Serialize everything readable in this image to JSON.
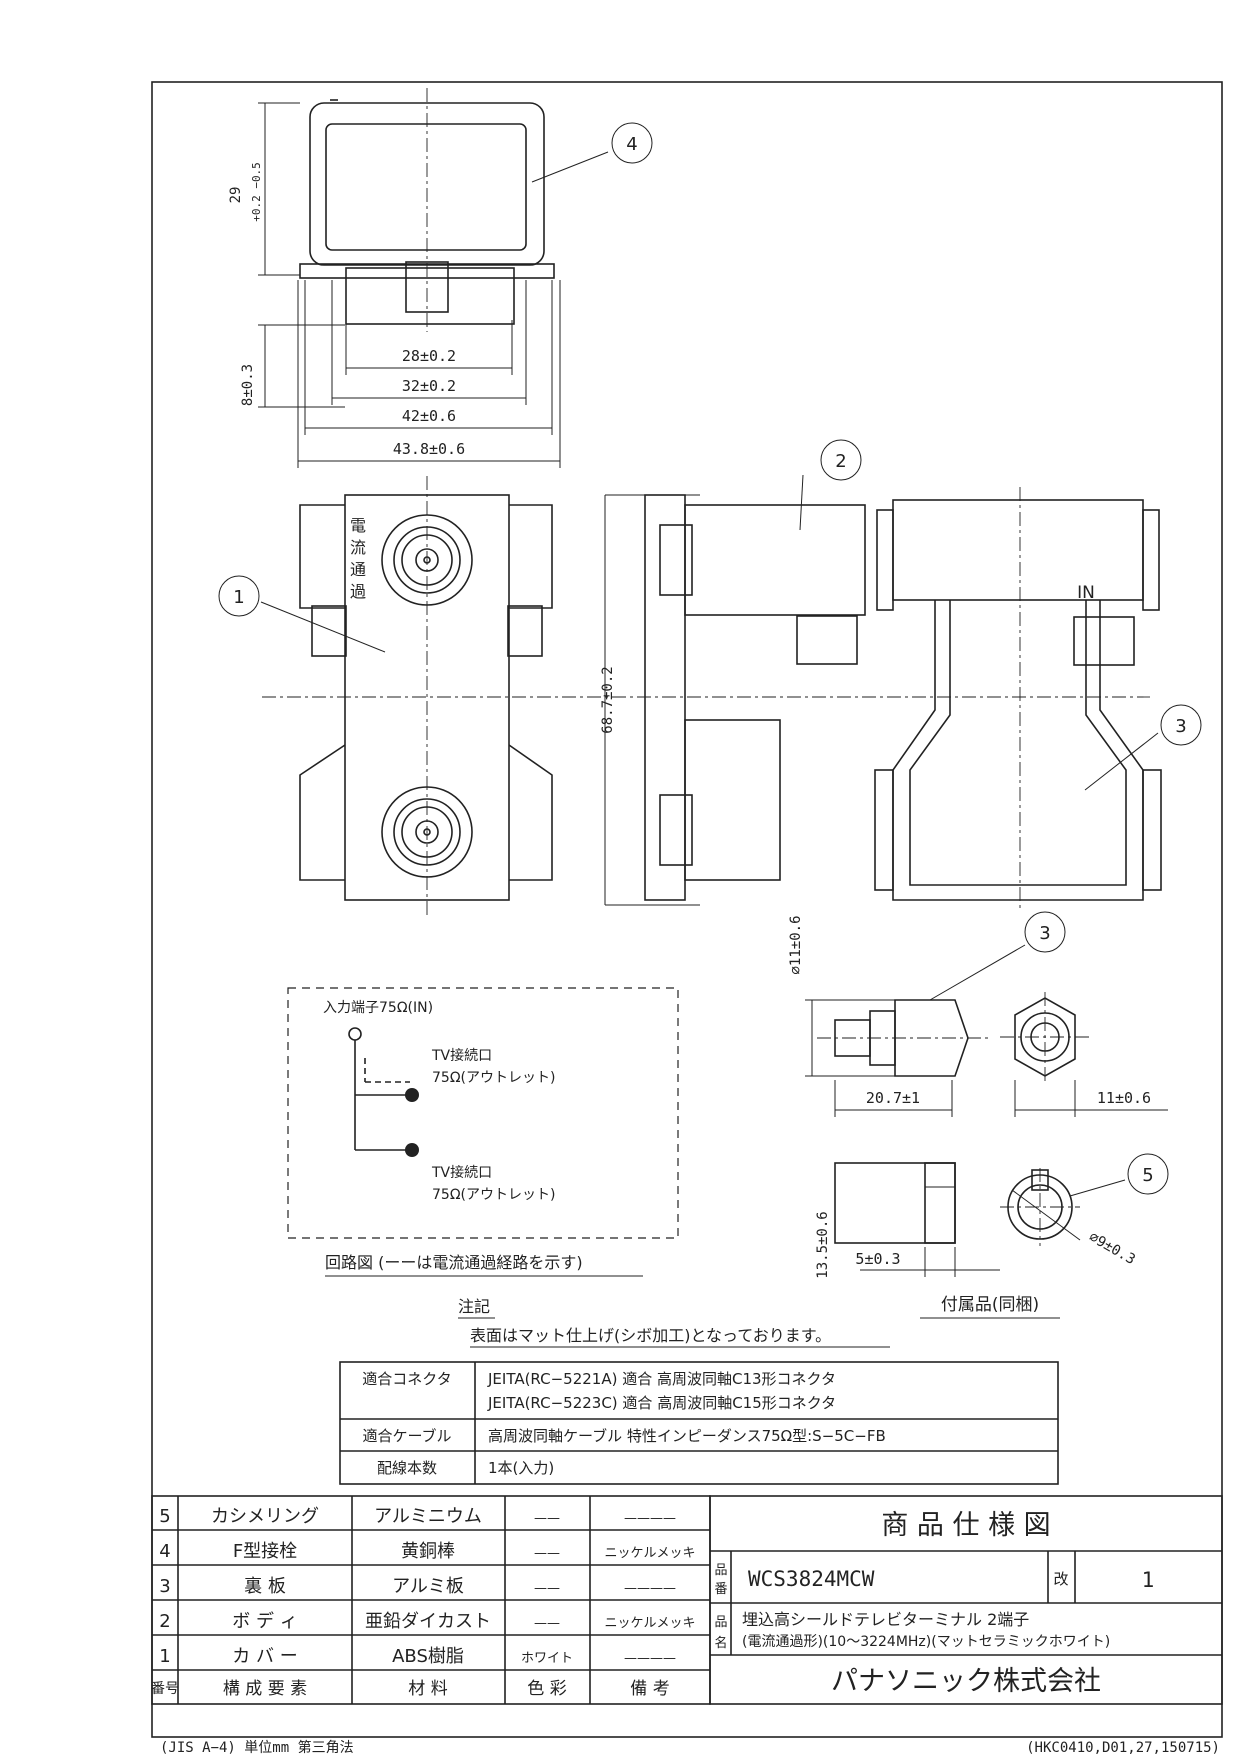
{
  "dimensions": {
    "height_top": "29",
    "height_top_tol": "+0.2 −0.5",
    "plate_depth": "8±0.3",
    "d1": "28±0.2",
    "d2": "32±0.2",
    "d3": "42±0.6",
    "d4": "43.8±0.6",
    "body_height": "68.7±0.2",
    "hex_dia": "⌀11±0.6",
    "post_len": "20.7±1",
    "hex_across": "11±0.6",
    "ring_len": "13.5±0.6",
    "ring_w": "5±0.3",
    "ring_dia": "⌀9±0.3"
  },
  "callouts": [
    "1",
    "2",
    "3",
    "3",
    "4",
    "5"
  ],
  "front_label": [
    "電",
    "流",
    "通",
    "過"
  ],
  "in_label": "IN",
  "circuit": {
    "input": "入力端子75Ω(IN)",
    "out1_line1": "TV接続口",
    "out1_line2": "75Ω(アウトレット)",
    "out2_line1": "TV接続口",
    "out2_line2": "75Ω(アウトレット)",
    "caption": "回路図 (ーーは電流通過経路を示す)"
  },
  "accessory_caption": "付属品(同梱)",
  "notes": {
    "title": "注記",
    "text": "表面はマット仕上げ(シボ加工)となっております。"
  },
  "spec_table": [
    {
      "label": "適合コネクタ",
      "lines": [
        "JEITA(RC−5221A) 適合 高周波同軸C13形コネクタ",
        "JEITA(RC−5223C) 適合 高周波同軸C15形コネクタ"
      ]
    },
    {
      "label": "適合ケーブル",
      "lines": [
        "高周波同軸ケーブル 特性インピーダンス75Ω型:S−5C−FB"
      ]
    },
    {
      "label": "配線本数",
      "lines": [
        "1本(入力)"
      ]
    }
  ],
  "parts_table": {
    "headers": [
      "番号",
      "構 成 要 素",
      "材 料",
      "色 彩",
      "備 考"
    ],
    "rows": [
      {
        "no": "5",
        "part": "カシメリング",
        "material": "アルミニウム",
        "color": "——",
        "note": "————"
      },
      {
        "no": "4",
        "part": "F型接栓",
        "material": "黄銅棒",
        "color": "——",
        "note": "ニッケルメッキ"
      },
      {
        "no": "3",
        "part": "裏 板",
        "material": "アルミ板",
        "color": "——",
        "note": "————"
      },
      {
        "no": "2",
        "part": "ボ デ ィ",
        "material": "亜鉛ダイカスト",
        "color": "——",
        "note": "ニッケルメッキ"
      },
      {
        "no": "1",
        "part": "カ バ ー",
        "material": "ABS樹脂",
        "color": "ホワイト",
        "note": "————"
      }
    ]
  },
  "title_block": {
    "title": "商 品 仕 様 図",
    "hinban_label": "品番",
    "hinban": "WCS3824MCW",
    "rev_label": "改",
    "rev": "1",
    "name_label": "品名",
    "name_line1": "埋込高シールドテレビターミナル 2端子",
    "name_line2": "(電流通過形)(10〜3224MHz)(マットセラミックホワイト)",
    "company": "パナソニック株式会社"
  },
  "footer": {
    "left": "(JIS A−4) 単位mm 第三角法",
    "right": "(HKC0410,D01,27,150715)"
  }
}
